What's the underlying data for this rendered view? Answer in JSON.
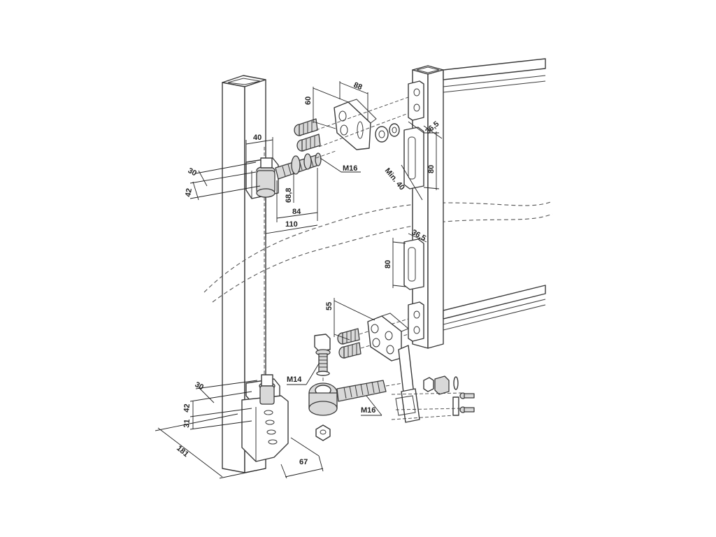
{
  "dimensions": {
    "top_40": "40",
    "top_30": "30",
    "top_42": "42",
    "top_68_8": "68,8",
    "top_84": "84",
    "top_110": "110",
    "top_m16": "M16",
    "plate_60": "60",
    "plate_88": "88",
    "gate_36_5_top": "36,5",
    "gate_80_top": "80",
    "gate_min40": "Min. 40",
    "gate_36_5_mid": "36,5",
    "gate_80_mid": "80",
    "plate_55": "55",
    "bottom_m14": "M14",
    "bottom_m16": "M16",
    "bottom_30": "30",
    "bottom_42": "42",
    "bottom_31": "31",
    "bottom_181": "181",
    "bottom_67": "67"
  }
}
